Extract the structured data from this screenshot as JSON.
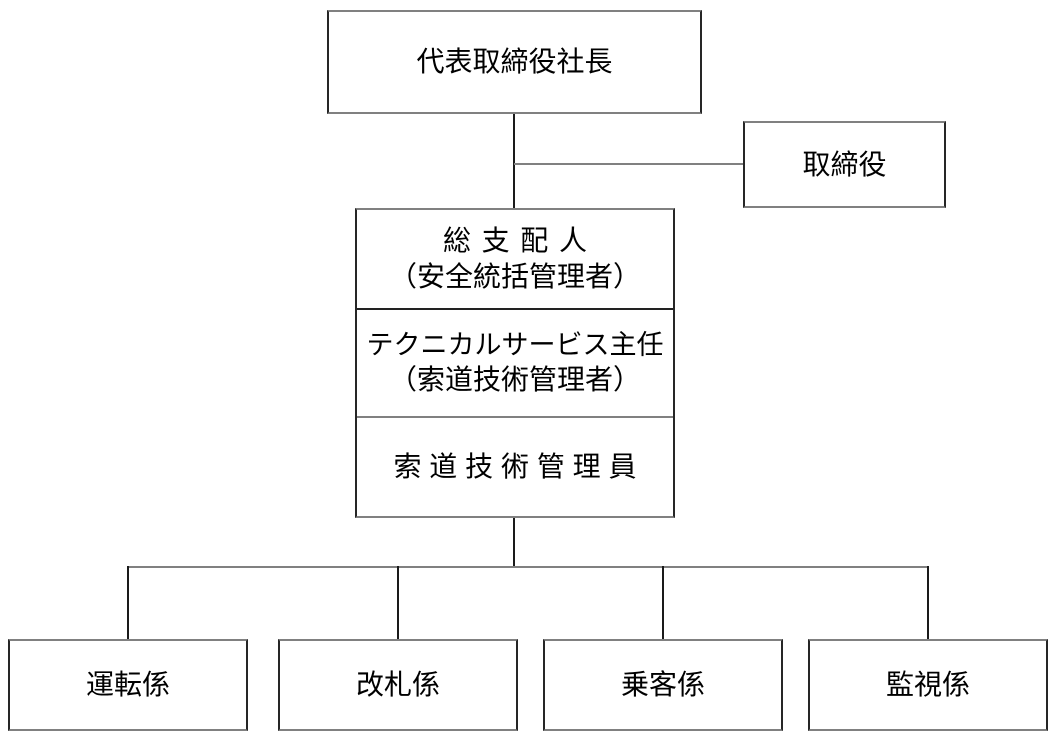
{
  "colors": {
    "background": "#ffffff",
    "text": "#000000",
    "line_horizontal": "#808080",
    "line_vertical": "#262626",
    "connector_vertical": "#1a1a1a"
  },
  "nodes": {
    "president": {
      "label": "代表取締役社長"
    },
    "director": {
      "label": "取締役"
    },
    "management": {
      "sections": [
        {
          "title": "総支配人",
          "subtitle": "（安全統括管理者）"
        },
        {
          "title": "テクニカルサービス主任",
          "subtitle": "（索道技術管理者）"
        },
        {
          "title": "索道技術管理員"
        }
      ]
    },
    "departments": [
      {
        "label": "運転係"
      },
      {
        "label": "改札係"
      },
      {
        "label": "乗客係"
      },
      {
        "label": "監視係"
      }
    ]
  }
}
